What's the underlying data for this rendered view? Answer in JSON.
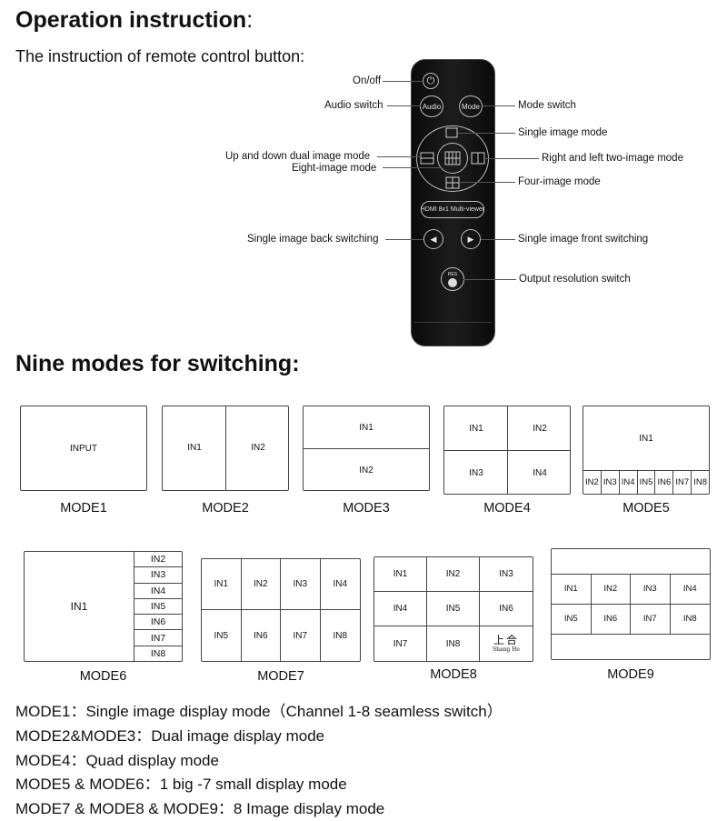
{
  "title": "Operation instruction",
  "title_colon": ":",
  "subtitle": "The instruction of remote control button",
  "subtitle_colon": ":",
  "remote": {
    "callouts": {
      "onoff": "On/off",
      "audio": "Audio switch",
      "mode": "Mode switch",
      "single": "Single image mode",
      "updown": "Up and down dual image mode",
      "rightleft": "Right and left two-image mode",
      "eight": "Eight-image mode",
      "four": "Four-image mode",
      "back": "Single image back switching",
      "front": "Single image front switching",
      "resolution": "Output resolution switch"
    },
    "buttons": {
      "audio": "Audio",
      "mode": "Mode",
      "hdmi": "HDMI 8x1 Multi-viewer",
      "res": "RES"
    }
  },
  "section2_title": "Nine modes for switching:",
  "modes": {
    "m1": {
      "label": "MODE1",
      "input": "INPUT"
    },
    "m2": {
      "label": "MODE2",
      "cells": [
        "IN1",
        "IN2"
      ]
    },
    "m3": {
      "label": "MODE3",
      "cells": [
        "IN1",
        "IN2"
      ]
    },
    "m4": {
      "label": "MODE4",
      "cells": [
        "IN1",
        "IN2",
        "IN3",
        "IN4"
      ]
    },
    "m5": {
      "label": "MODE5",
      "big": "IN1",
      "small": [
        "IN2",
        "IN3",
        "IN4",
        "IN5",
        "IN6",
        "IN7",
        "IN8"
      ]
    },
    "m6": {
      "label": "MODE6",
      "big": "IN1",
      "small": [
        "IN2",
        "IN3",
        "IN4",
        "IN5",
        "IN6",
        "IN7",
        "IN8"
      ]
    },
    "m7": {
      "label": "MODE7",
      "cells": [
        "IN1",
        "IN2",
        "IN3",
        "IN4",
        "IN5",
        "IN6",
        "IN7",
        "IN8"
      ]
    },
    "m8": {
      "label": "MODE8",
      "cells": [
        "IN1",
        "IN2",
        "IN3",
        "IN4",
        "IN5",
        "IN6",
        "IN7",
        "IN8"
      ],
      "logo_cn": "上合",
      "logo_en": "Shang He"
    },
    "m9": {
      "label": "MODE9",
      "cells": [
        "IN1",
        "IN2",
        "IN3",
        "IN4",
        "IN5",
        "IN6",
        "IN7",
        "IN8"
      ]
    }
  },
  "descriptions": [
    "MODE1：Single image display mode（Channel 1-8 seamless switch）",
    "MODE2&MODE3：Dual image display mode",
    "MODE4：Quad display mode",
    "MODE5 & MODE6：1 big -7 small display mode",
    "MODE7 & MODE8 & MODE9：8 Image display mode"
  ]
}
